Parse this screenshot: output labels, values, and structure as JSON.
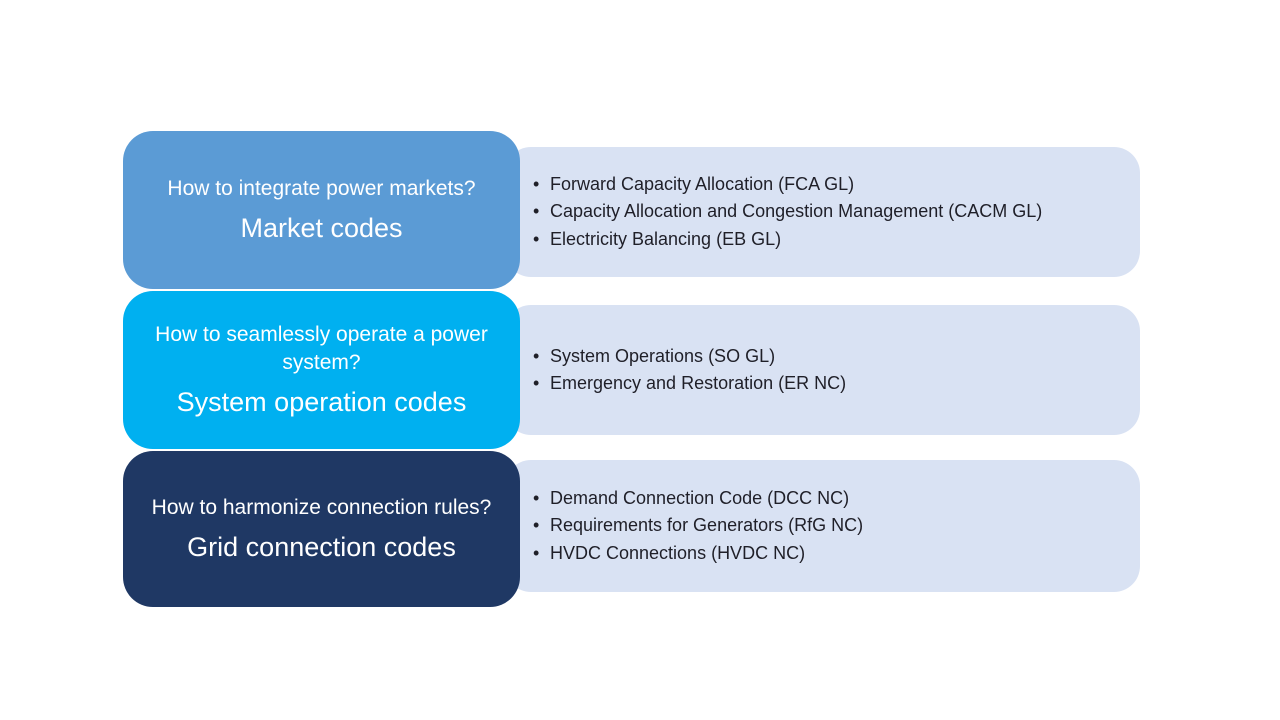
{
  "slide": {
    "rows": [
      {
        "question": "How to integrate power markets?",
        "title": "Market codes",
        "bullets": [
          "Forward Capacity Allocation (FCA GL)",
          "Capacity Allocation and Congestion Management (CACM GL)",
          "Electricity Balancing (EB GL)"
        ]
      },
      {
        "question": "How to seamlessly operate a power system?",
        "title": "System operation codes",
        "bullets": [
          "System Operations (SO GL)",
          "Emergency and Restoration (ER NC)"
        ]
      },
      {
        "question": "How to harmonize connection rules?",
        "title": "Grid connection codes",
        "bullets": [
          "Demand Connection Code (DCC NC)",
          "Requirements for Generators (RfG NC)",
          "HVDC Connections (HVDC NC)"
        ]
      }
    ],
    "colors": {
      "market_codes_box": "#5B9BD5",
      "system_operation_codes_box": "#00B0F0",
      "grid_connection_codes_box": "#1F3864",
      "details_panel": "#D9E2F3",
      "question_text": "#FFFFFF",
      "bullet_text": "#1F1F28",
      "background": "#FFFFFF"
    }
  }
}
